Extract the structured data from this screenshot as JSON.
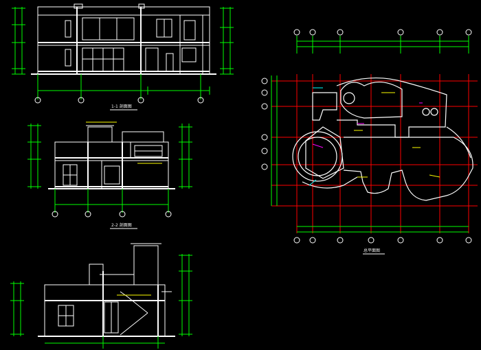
{
  "drawing": {
    "section_1_title": "1-1 剖面图",
    "section_2_title": "2-2 剖面图",
    "site_plan_title": "总平面图",
    "colors": {
      "background": "#000000",
      "line_white": "#ffffff",
      "dim_green": "#00ff00",
      "grid_red": "#ff0000",
      "text_yellow": "#ffff00",
      "accent_magenta": "#ff00ff",
      "accent_cyan": "#00ffff"
    }
  }
}
